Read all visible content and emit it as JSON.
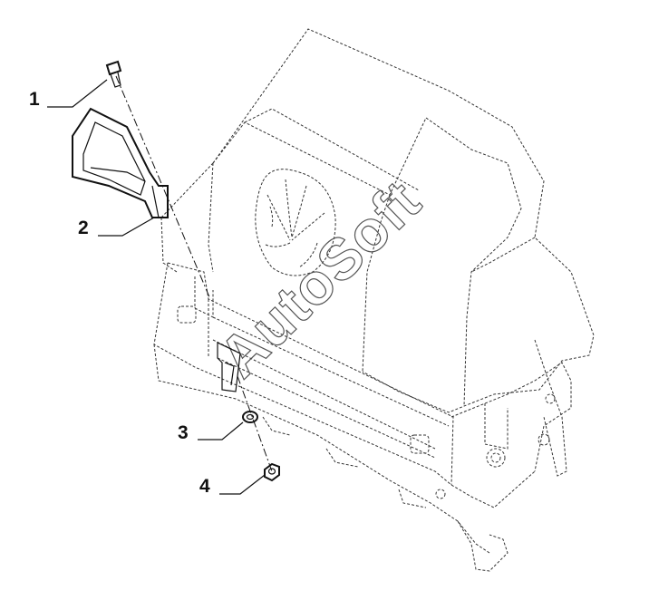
{
  "callouts": [
    {
      "number": "1",
      "part": "bolt"
    },
    {
      "number": "2",
      "part": "bracket"
    },
    {
      "number": "3",
      "part": "washer"
    },
    {
      "number": "4",
      "part": "nut"
    }
  ],
  "watermark": "AutoSoft",
  "logo": "new-holland-leaf-logo"
}
